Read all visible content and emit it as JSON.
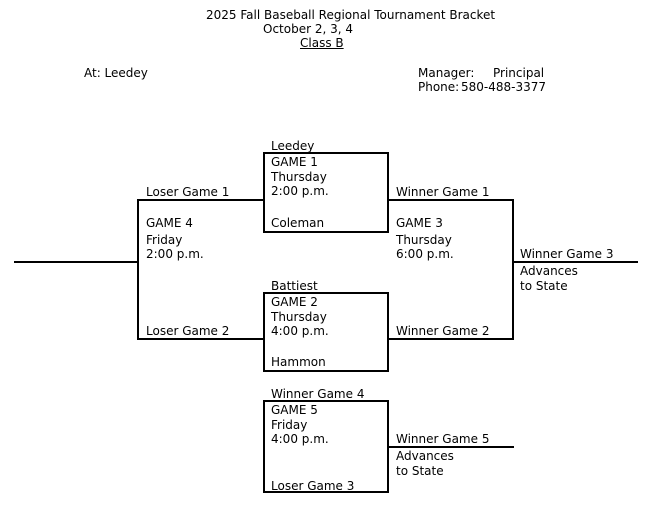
{
  "header": {
    "title": "2025 Fall Baseball Regional Tournament Bracket",
    "dates": "October 2, 3, 4",
    "class": "Class B"
  },
  "info": {
    "location": "At: Leedey",
    "manager_label": "Manager:",
    "manager_value": "Principal",
    "phone_label": "Phone:",
    "phone_value": "580-488-3377"
  },
  "games": {
    "game1": {
      "top_team": "Leedey",
      "label": "GAME 1",
      "day": "Thursday",
      "time": "2:00 p.m.",
      "bottom_team": "Coleman"
    },
    "game2": {
      "top_team": "Battiest",
      "label": "GAME 2",
      "day": "Thursday",
      "time": "4:00 p.m.",
      "bottom_team": "Hammon"
    },
    "game3": {
      "top_slot": "Winner Game 1",
      "label": "GAME 3",
      "day": "Thursday",
      "time": "6:00 p.m.",
      "bottom_slot": "Winner Game 2",
      "result": "Winner Game 3",
      "result_note_1": "Advances",
      "result_note_2": "to State"
    },
    "game4": {
      "top_slot": "Loser Game 1",
      "label": "GAME 4",
      "day": "Friday",
      "time": "2:00 p.m.",
      "bottom_slot": "Loser Game 2"
    },
    "game5": {
      "top_slot": "Winner Game 4",
      "label": "GAME 5",
      "day": "Friday",
      "time": "4:00 p.m.",
      "bottom_slot": "Loser Game 3",
      "result": "Winner Game 5",
      "result_note_1": "Advances",
      "result_note_2": "to State"
    }
  }
}
